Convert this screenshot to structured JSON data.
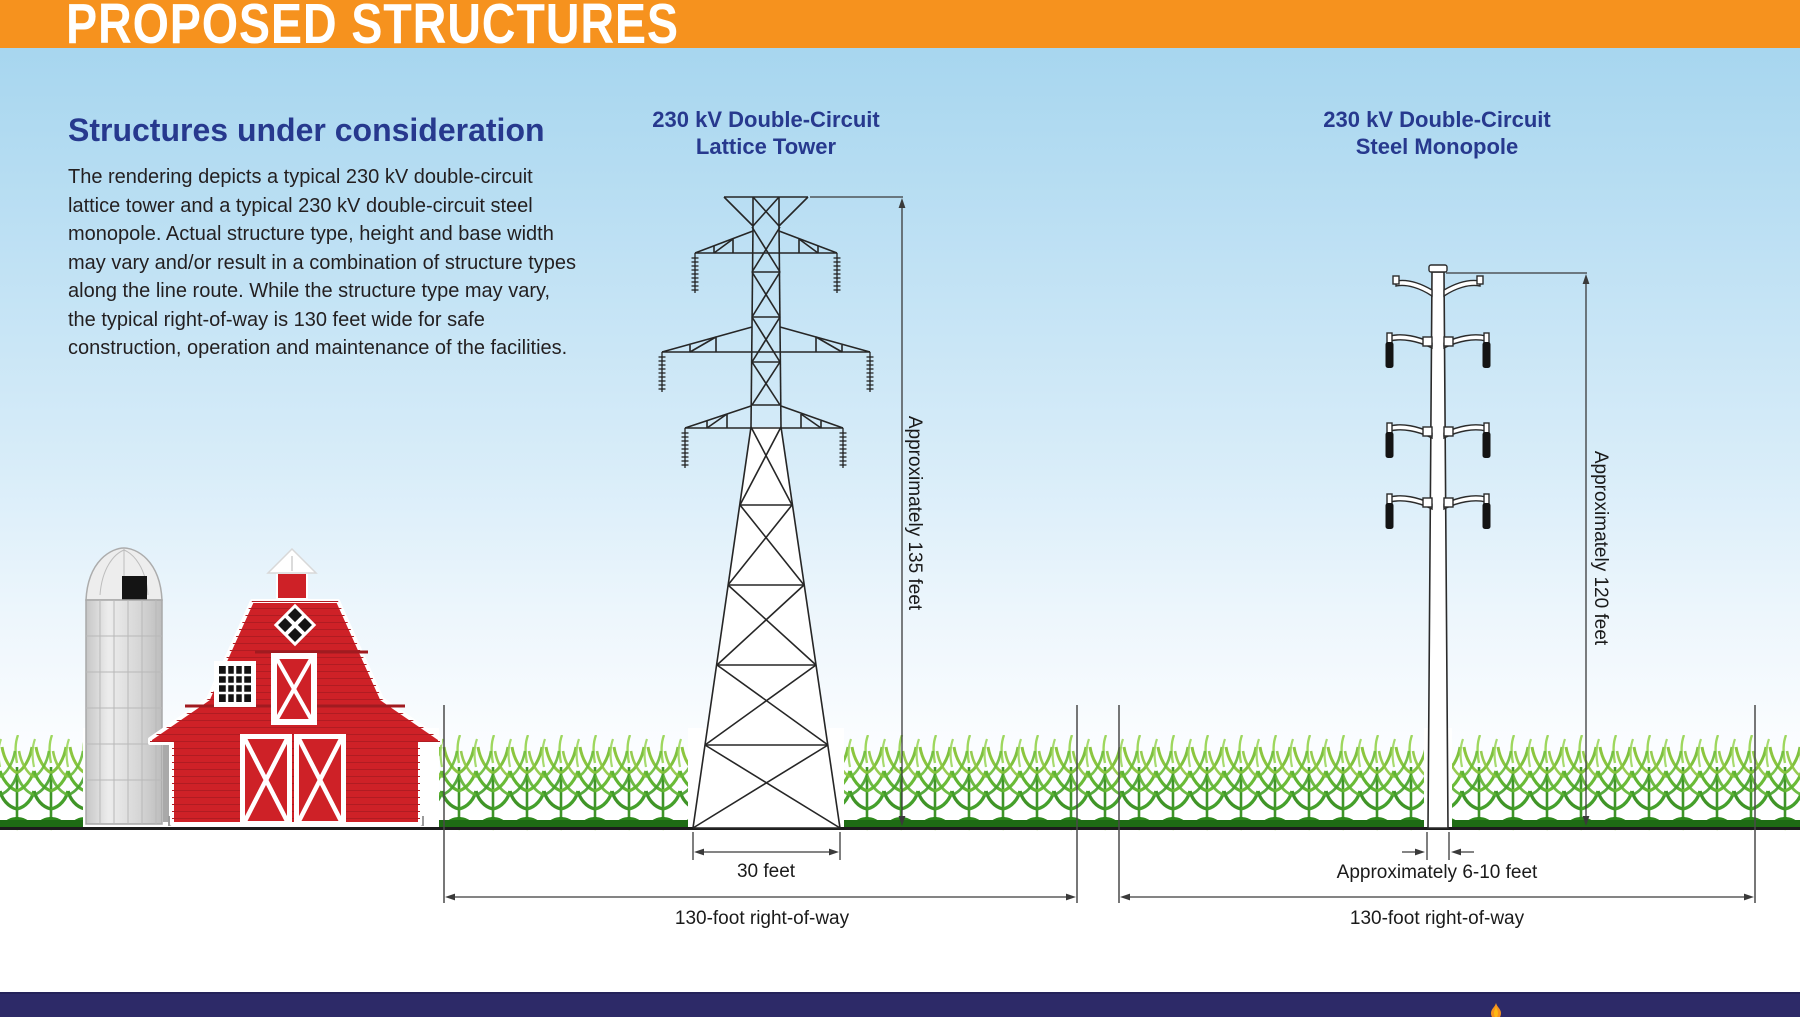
{
  "header": {
    "title": "PROPOSED STRUCTURES"
  },
  "intro": {
    "heading": "Structures under consideration",
    "body": "The rendering depicts a typical 230 kV double-circuit lattice tower and a typical 230 kV double-circuit steel monopole. Actual structure type, height and base width may vary and/or result in a combination of structure types along the line route. While the structure type may vary, the typical right-of-way is 130 feet wide for safe construction, operation and maintenance of the facilities."
  },
  "structures": [
    {
      "name": "lattice-tower",
      "label_line1": "230 kV Double-Circuit",
      "label_line2": "Lattice Tower",
      "height_annotation": "Approximately 135 feet",
      "base_annotation": "30 feet",
      "right_of_way_annotation": "130-foot right-of-way"
    },
    {
      "name": "steel-monopole",
      "label_line1": "230 kV Double-Circuit",
      "label_line2": "Steel Monopole",
      "height_annotation": "Approximately 120 feet",
      "base_annotation": "Approximately 6-10 feet",
      "right_of_way_annotation": "130-foot right-of-way"
    }
  ],
  "footer": {
    "logo_icon": "flame-icon"
  },
  "colors": {
    "header_bg": "#F6921E",
    "header_text": "#FFFFFF",
    "heading_text": "#27398E",
    "body_text": "#231F20",
    "annotation_text": "#1A1A1A",
    "sky_top": "#A7D6EF",
    "footer_bg": "#2D2A68",
    "barn_red": "#CE2127",
    "corn_green": "#4CA02C",
    "ground_line": "#1C1C1C"
  }
}
